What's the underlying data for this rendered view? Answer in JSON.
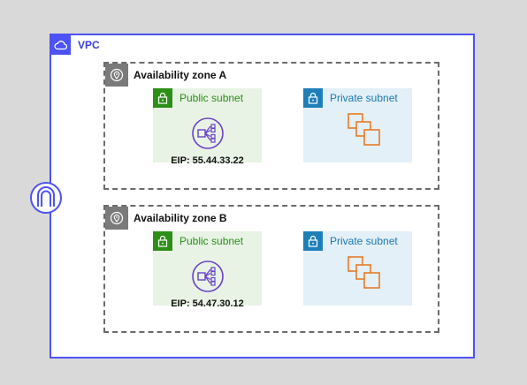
{
  "colors": {
    "background": "#d9d9d9",
    "vpc_border": "#4c52f5",
    "zone_border": "#6b6b6b",
    "public_subnet_fill": "#e8f3e5",
    "public_accent": "#2c8f17",
    "private_subnet_fill": "#e3f0f7",
    "private_accent": "#1e7fb8",
    "instances_orange": "#e8731a"
  },
  "vpc": {
    "label": "VPC",
    "icon": "cloud-icon"
  },
  "internet_gateway": {
    "icon": "internet-gateway-icon"
  },
  "zones": [
    {
      "label": "Availability zone A",
      "icon": "location-pin-icon",
      "public_subnet": {
        "label": "Public subnet",
        "icon": "lock-icon",
        "nat_icon": "nat-gateway-icon",
        "eip": "EIP: 55.44.33.22"
      },
      "private_subnet": {
        "label": "Private subnet",
        "icon": "lock-icon",
        "instances_icon": "instances-icon"
      }
    },
    {
      "label": "Availability zone B",
      "icon": "location-pin-icon",
      "public_subnet": {
        "label": "Public subnet",
        "icon": "lock-icon",
        "nat_icon": "nat-gateway-icon",
        "eip": "EIP: 54.47.30.12"
      },
      "private_subnet": {
        "label": "Private subnet",
        "icon": "lock-icon",
        "instances_icon": "instances-icon"
      }
    }
  ]
}
